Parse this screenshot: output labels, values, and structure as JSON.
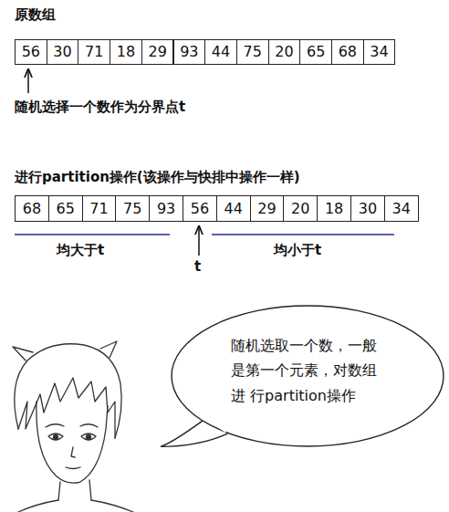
{
  "diagram": {
    "nodes": [
      {
        "text": [
          "56"
        ]
      },
      {
        "text": [
          "30"
        ]
      },
      {
        "text": [
          "71"
        ]
      },
      {
        "text": [
          "18"
        ]
      },
      {
        "text": [
          "29"
        ]
      },
      {
        "text": [
          "93"
        ]
      },
      {
        "text": [
          "44"
        ]
      },
      {
        "text": [
          "75"
        ]
      },
      {
        "text": [
          "20"
        ]
      },
      {
        "text": [
          "65"
        ]
      },
      {
        "text": [
          "68"
        ]
      },
      {
        "text": [
          "34"
        ]
      },
      {
        "text": [
          "68"
        ]
      },
      {
        "text": [
          "65"
        ]
      },
      {
        "text": [
          "71"
        ]
      },
      {
        "text": [
          "75"
        ]
      },
      {
        "text": [
          "93"
        ]
      },
      {
        "text": [
          "56"
        ]
      },
      {
        "text": [
          "44"
        ]
      },
      {
        "text": [
          "29"
        ]
      },
      {
        "text": [
          "20"
        ]
      },
      {
        "text": [
          "18"
        ]
      },
      {
        "text": [
          "30"
        ]
      },
      {
        "text": [
          "34"
        ]
      },
      {
        "text": [
          "随机选取一个数，一般 是第一个元素，对数组进 行partition操作"
        ]
      }
    ],
    "edges": [],
    "labels": [
      "原数组",
      "随机选择一个数作为分界点t",
      "进行partition操作(该操作与快排中操作一样)",
      "均大于t",
      "t",
      "均小于t"
    ]
  }
}
